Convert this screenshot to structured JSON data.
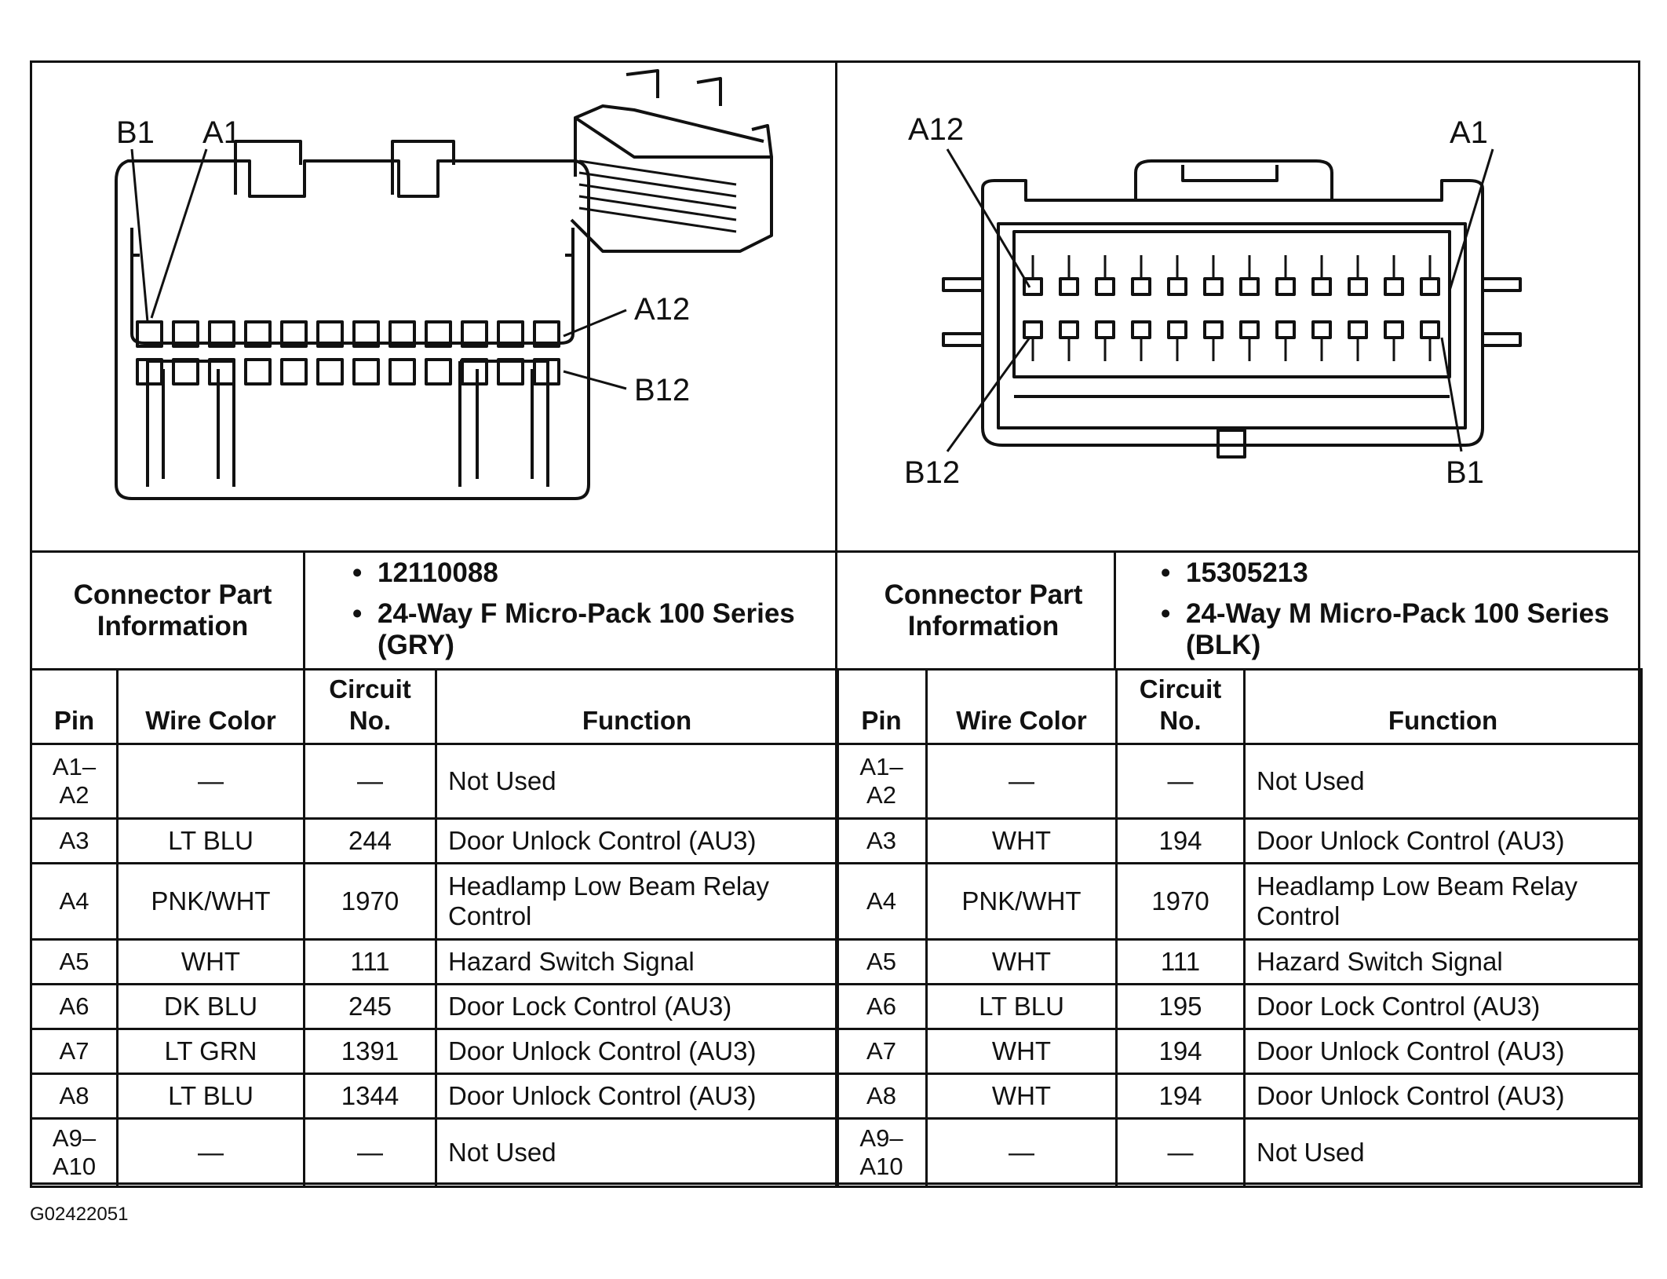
{
  "diagram_id": "G02422051",
  "connectors": [
    {
      "side": "left",
      "pin_labels": {
        "b1": "B1",
        "a1": "A1",
        "a12": "A12",
        "b12": "B12"
      },
      "info_label": "Connector Part Information",
      "info_items": [
        "12110088",
        "24-Way F Micro-Pack 100 Series (GRY)"
      ],
      "headers": {
        "pin": "Pin",
        "wire_color": "Wire Color",
        "circuit": "Circuit No.",
        "function": "Function"
      },
      "rows": [
        {
          "pin": "A1–A2",
          "wire_color": "—",
          "circuit": "—",
          "function": "Not Used"
        },
        {
          "pin": "A3",
          "wire_color": "LT BLU",
          "circuit": "244",
          "function": "Door Unlock Control (AU3)"
        },
        {
          "pin": "A4",
          "wire_color": "PNK/WHT",
          "circuit": "1970",
          "function": "Headlamp Low Beam Relay Control"
        },
        {
          "pin": "A5",
          "wire_color": "WHT",
          "circuit": "111",
          "function": "Hazard Switch Signal"
        },
        {
          "pin": "A6",
          "wire_color": "DK BLU",
          "circuit": "245",
          "function": "Door Lock Control (AU3)"
        },
        {
          "pin": "A7",
          "wire_color": "LT GRN",
          "circuit": "1391",
          "function": "Door Unlock Control (AU3)"
        },
        {
          "pin": "A8",
          "wire_color": "LT BLU",
          "circuit": "1344",
          "function": "Door Unlock Control (AU3)"
        },
        {
          "pin": "A9–A10",
          "wire_color": "—",
          "circuit": "—",
          "function": "Not Used"
        }
      ]
    },
    {
      "side": "right",
      "pin_labels": {
        "a12": "A12",
        "a1": "A1",
        "b12": "B12",
        "b1": "B1"
      },
      "info_label": "Connector Part Information",
      "info_items": [
        "15305213",
        "24-Way M Micro-Pack 100 Series (BLK)"
      ],
      "headers": {
        "pin": "Pin",
        "wire_color": "Wire Color",
        "circuit": "Circuit No.",
        "function": "Function"
      },
      "rows": [
        {
          "pin": "A1–A2",
          "wire_color": "—",
          "circuit": "—",
          "function": "Not Used"
        },
        {
          "pin": "A3",
          "wire_color": "WHT",
          "circuit": "194",
          "function": "Door Unlock Control (AU3)"
        },
        {
          "pin": "A4",
          "wire_color": "PNK/WHT",
          "circuit": "1970",
          "function": "Headlamp Low Beam Relay Control"
        },
        {
          "pin": "A5",
          "wire_color": "WHT",
          "circuit": "111",
          "function": "Hazard Switch Signal"
        },
        {
          "pin": "A6",
          "wire_color": "LT BLU",
          "circuit": "195",
          "function": "Door Lock Control (AU3)"
        },
        {
          "pin": "A7",
          "wire_color": "WHT",
          "circuit": "194",
          "function": "Door Unlock Control (AU3)"
        },
        {
          "pin": "A8",
          "wire_color": "WHT",
          "circuit": "194",
          "function": "Door Unlock Control (AU3)"
        },
        {
          "pin": "A9–A10",
          "wire_color": "—",
          "circuit": "—",
          "function": "Not Used"
        }
      ]
    }
  ]
}
